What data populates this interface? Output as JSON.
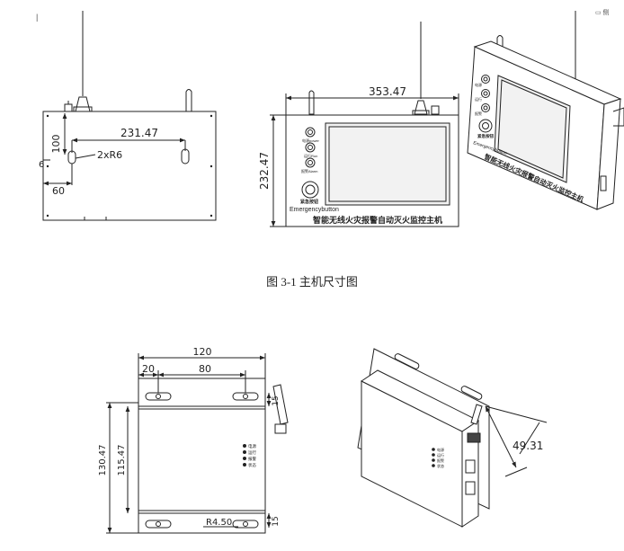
{
  "page": {
    "figure_caption": "图 3-1 主机尺寸图",
    "corner_mark_left": "|",
    "corner_mark_right": "▭ 侧"
  },
  "fig1": {
    "left_view": {
      "dim_height": "100",
      "dim_hole_spacing": "231.47",
      "dim_radius": "2xR6",
      "dim_left_offset": "60",
      "dim_small": "6"
    },
    "front_view": {
      "dim_width": "353.47",
      "dim_height": "232.47",
      "led_label_1": "电源power",
      "led_label_2": "运行Run",
      "led_label_3": "报警Alarm",
      "button_label_cn": "紧急按钮",
      "button_label_en": "Emergencybutton",
      "product_name": "智能无线火灾报警自动灭火监控主机"
    },
    "iso_view": {
      "product_name": "智能无线火灾报警自动灭火监控主机",
      "button_label_cn": "紧急按钮",
      "button_label_en": "Emergencybutton",
      "led_label_1": "电源",
      "led_label_2": "运行",
      "led_label_3": "报警"
    }
  },
  "fig2": {
    "front_view": {
      "dim_total_width": "120",
      "dim_edge": "20",
      "dim_slot_spacing": "80",
      "dim_total_height": "130.47",
      "dim_inner_height": "115.47",
      "dim_top_margin": "15",
      "dim_bottom_margin": "15",
      "dim_radius": "R4.50",
      "led_label_1": "电源",
      "led_label_2": "运行",
      "led_label_3": "报警",
      "led_label_4": "状态"
    },
    "iso_view": {
      "dim_depth": "49.31",
      "led_label_1": "电源",
      "led_label_2": "运行",
      "led_label_3": "报警",
      "led_label_4": "状态"
    }
  },
  "colors": {
    "line": "#222222",
    "screen_fill": "#f2f2f2",
    "background": "#ffffff"
  }
}
